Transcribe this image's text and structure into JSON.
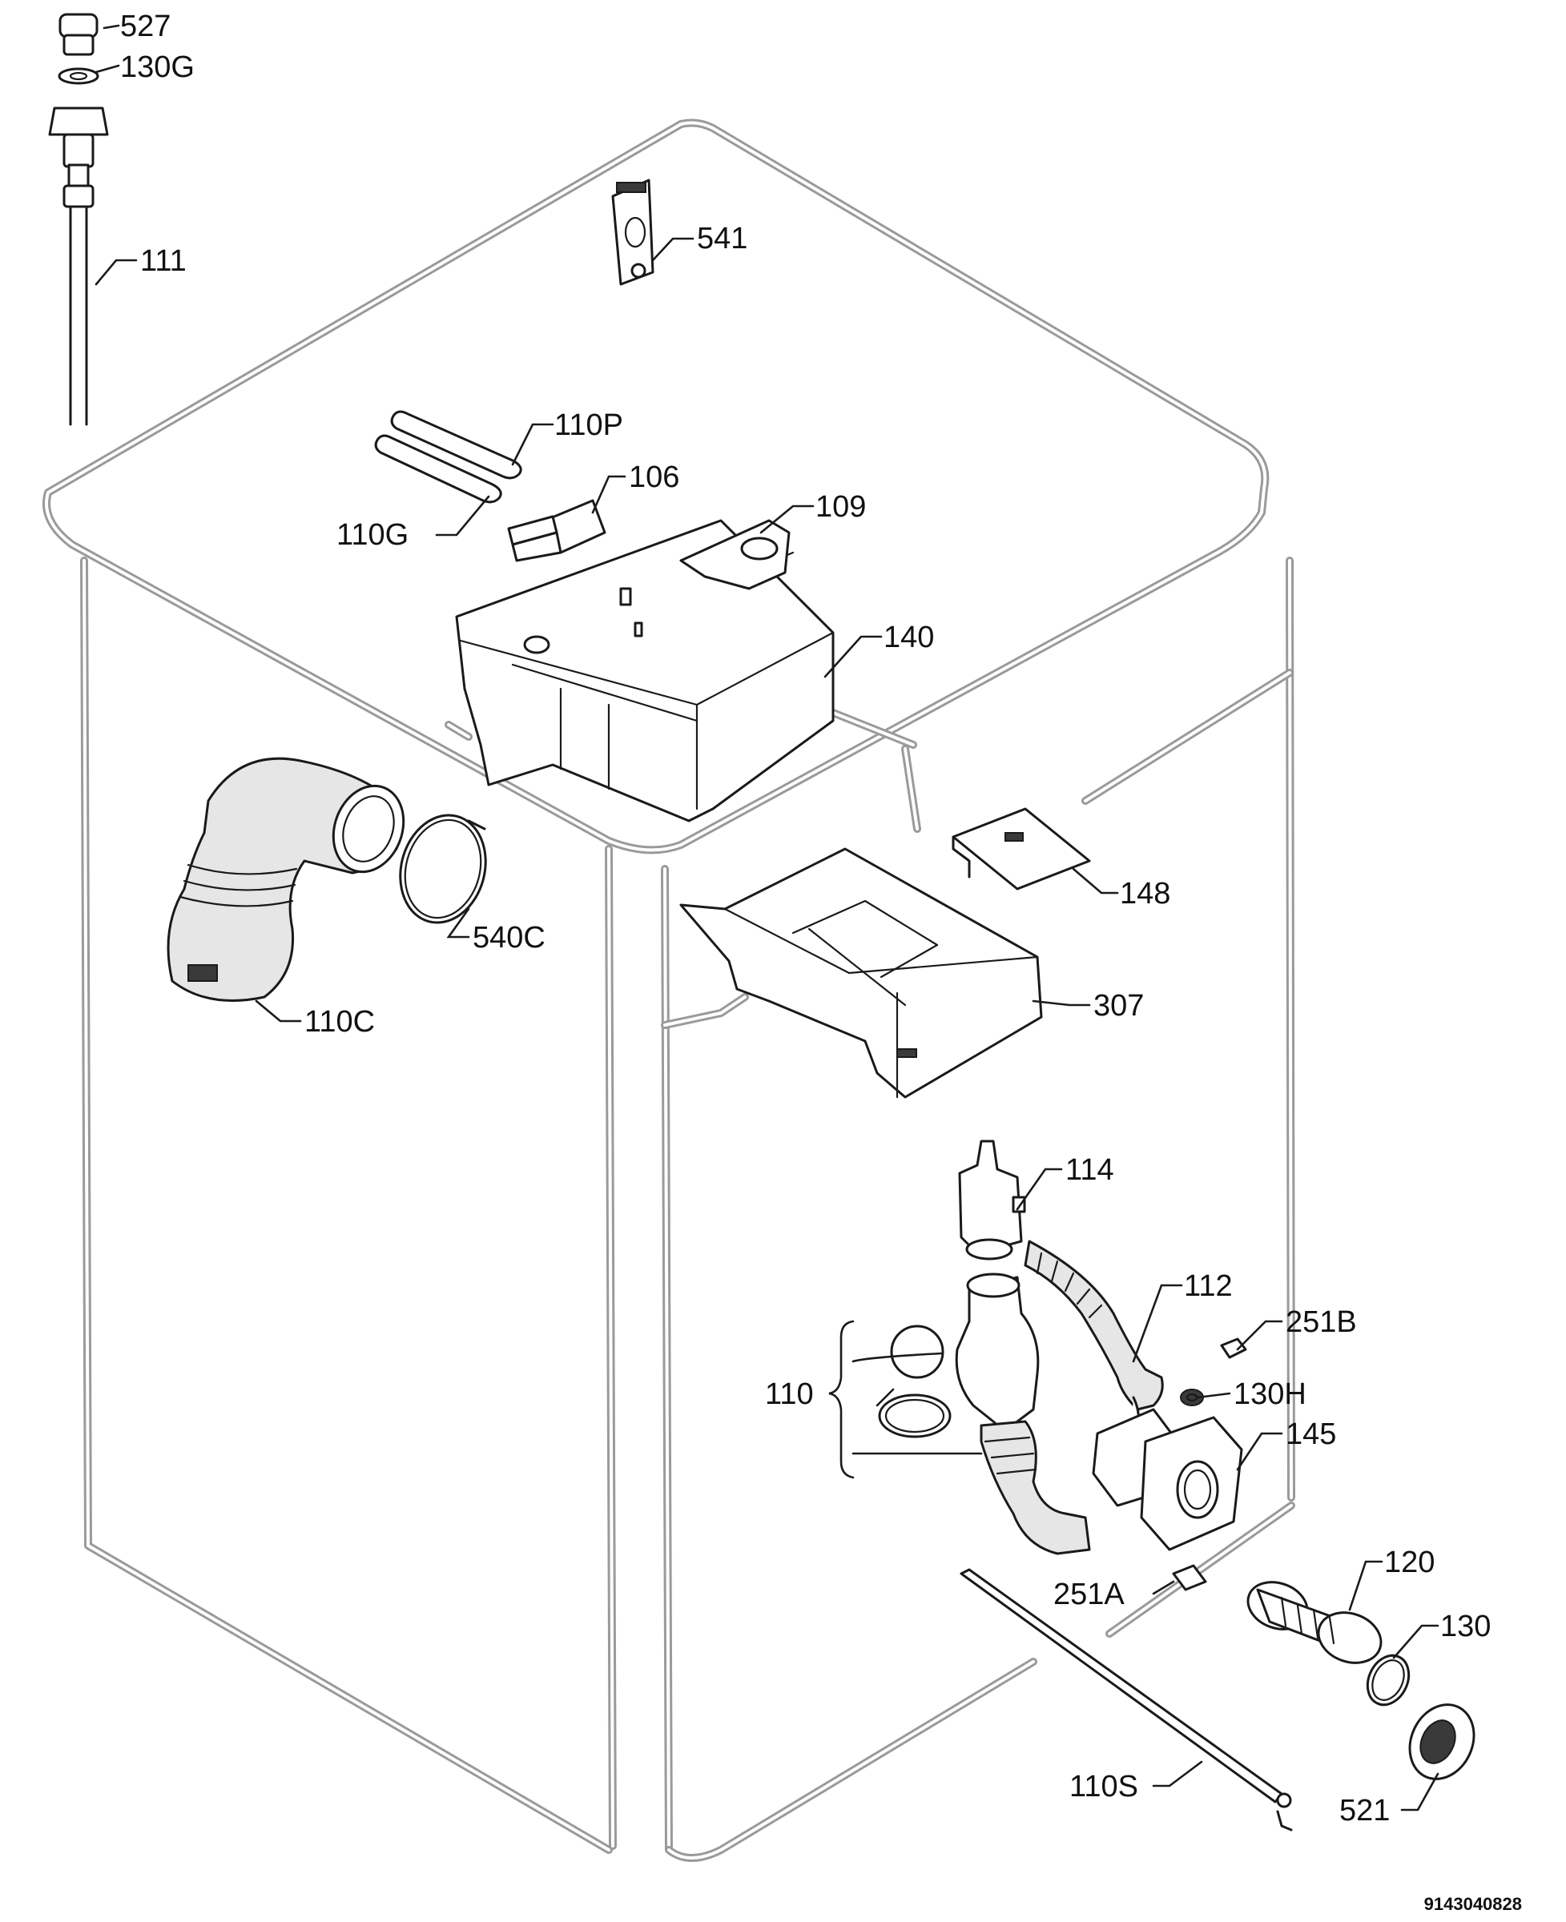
{
  "document_number": "9143040828",
  "parts": [
    {
      "id": "p527",
      "label": "527"
    },
    {
      "id": "p130g",
      "label": "130G"
    },
    {
      "id": "p111",
      "label": "111"
    },
    {
      "id": "p541",
      "label": "541"
    },
    {
      "id": "p110p",
      "label": "110P"
    },
    {
      "id": "p106",
      "label": "106"
    },
    {
      "id": "p110g",
      "label": "110G"
    },
    {
      "id": "p109",
      "label": "109"
    },
    {
      "id": "p140",
      "label": "140"
    },
    {
      "id": "p148",
      "label": "148"
    },
    {
      "id": "p540c",
      "label": "540C"
    },
    {
      "id": "p110c",
      "label": "110C"
    },
    {
      "id": "p307",
      "label": "307"
    },
    {
      "id": "p114",
      "label": "114"
    },
    {
      "id": "p112",
      "label": "112"
    },
    {
      "id": "p251b",
      "label": "251B"
    },
    {
      "id": "p110",
      "label": "110"
    },
    {
      "id": "p130h",
      "label": "130H"
    },
    {
      "id": "p145",
      "label": "145"
    },
    {
      "id": "p120",
      "label": "120"
    },
    {
      "id": "p251a",
      "label": "251A"
    },
    {
      "id": "p130",
      "label": "130"
    },
    {
      "id": "p110s",
      "label": "110S"
    },
    {
      "id": "p521",
      "label": "521"
    }
  ]
}
